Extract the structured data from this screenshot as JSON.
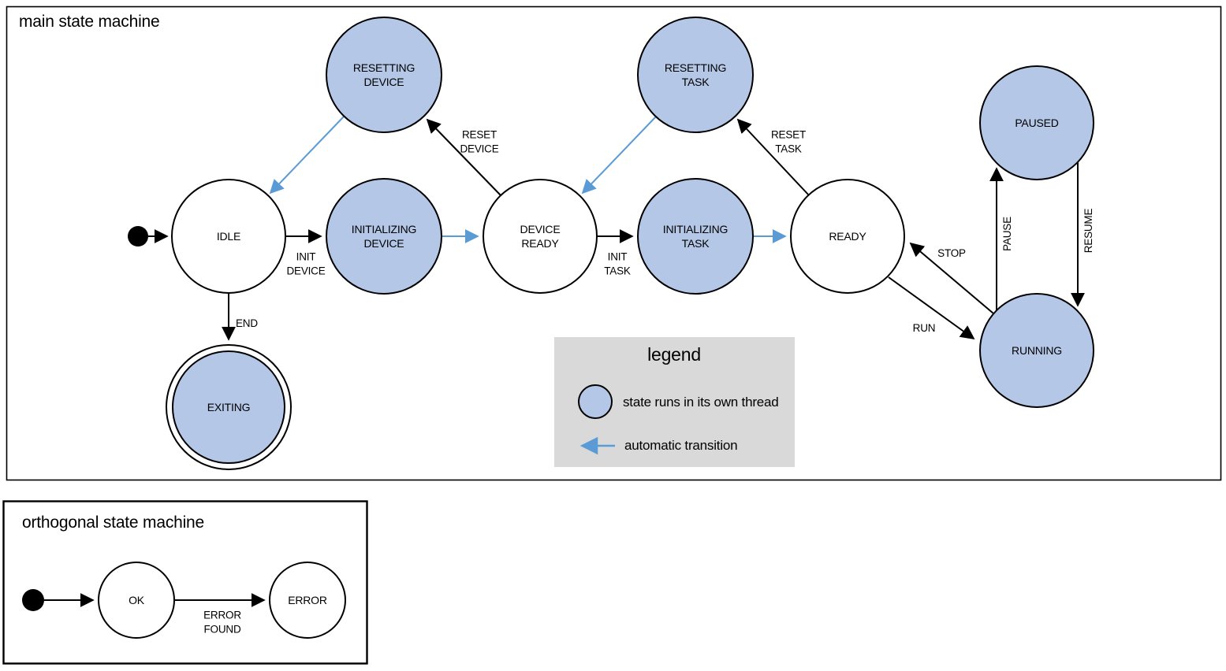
{
  "colors": {
    "thread_fill": "#b4c7e7",
    "auto_transition_blue": "#5b9bd5",
    "legend_bg": "#d9d9d9",
    "stroke_black": "#000000"
  },
  "main": {
    "title": "main state machine",
    "states": {
      "idle": "IDLE",
      "resetting_device": "RESETTING\nDEVICE",
      "initializing_device": "INITIALIZING\nDEVICE",
      "device_ready": "DEVICE\nREADY",
      "resetting_task": "RESETTING\nTASK",
      "initializing_task": "INITIALIZING\nTASK",
      "ready": "READY",
      "paused": "PAUSED",
      "running": "RUNNING",
      "exiting": "EXITING"
    },
    "transitions": {
      "init_device": "INIT\nDEVICE",
      "reset_device": "RESET\nDEVICE",
      "init_task": "INIT\nTASK",
      "reset_task": "RESET\nTASK",
      "end": "END",
      "stop": "STOP",
      "run": "RUN",
      "pause": "PAUSE",
      "resume": "RESUME"
    }
  },
  "legend": {
    "title": "legend",
    "thread_label": "state runs in its own thread",
    "auto_label": "automatic transition"
  },
  "ortho": {
    "title": "orthogonal state machine",
    "states": {
      "ok": "OK",
      "error": "ERROR"
    },
    "transitions": {
      "error_found": "ERROR\nFOUND"
    }
  }
}
